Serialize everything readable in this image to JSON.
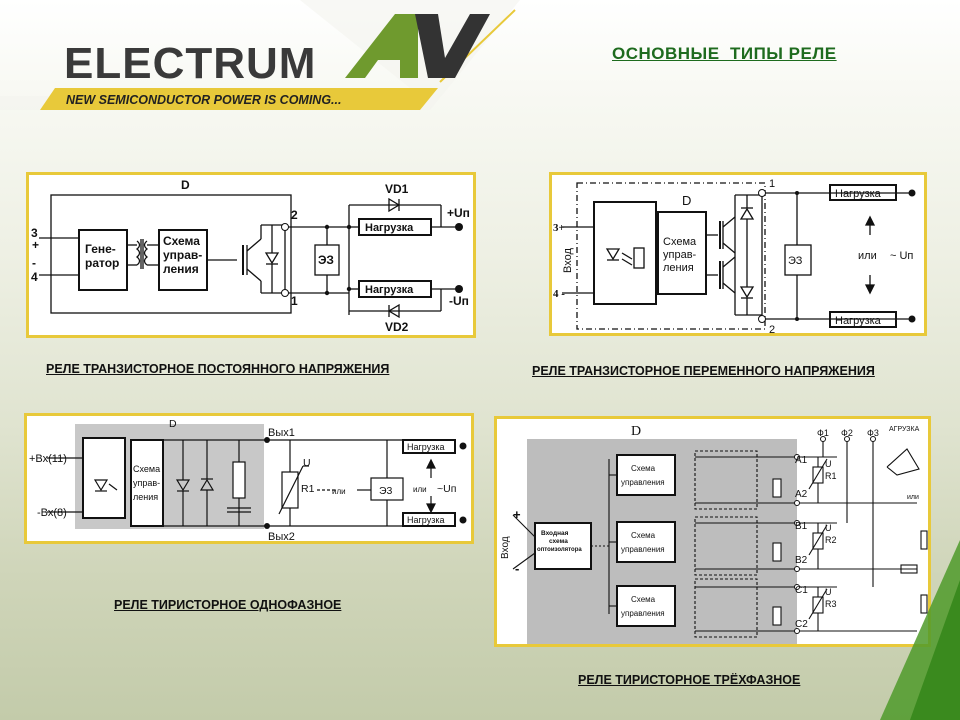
{
  "brand": {
    "name": "ELECTRUM",
    "mark": "AV",
    "tagline": "NEW SEMICONDUCTOR POWER IS COMING..."
  },
  "slide": {
    "title": "ОСНОВНЫЕ  ТИПЫ РЕЛЕ"
  },
  "colors": {
    "panel_border": "#e8c93a",
    "title": "#1e6b1e",
    "logo_green": "#6f9a2e",
    "logo_dark": "#333333",
    "tagline_bg": "#e8c93a"
  },
  "captions": {
    "dc_relay": "РЕЛЕ ТРАНЗИСТОРНОЕ ПОСТОЯННОГО НАПРЯЖЕНИЯ",
    "ac_relay": "РЕЛЕ ТРАНЗИСТОРНОЕ ПЕРЕМЕННОГО НАПРЯЖЕНИЯ",
    "thyristor_1ph": "РЕЛЕ ТИРИСТОРНОЕ ОДНОФАЗНОЕ",
    "thyristor_3ph": "РЕЛЕ ТИРИСТОРНОЕ ТРЁХФАЗНОЕ"
  },
  "diagrams": {
    "dc": {
      "d": "D",
      "gen": [
        "Гене-",
        "ратор"
      ],
      "ctrl": [
        "Схема",
        "управ-",
        "ления"
      ],
      "pin3": "3",
      "plus": "+",
      "minus": "-",
      "pin4": "4",
      "pin2": "2",
      "pin1": "1",
      "e3": "ЭЗ",
      "vd1": "VD1",
      "vd2": "VD2",
      "load": "Нагрузка",
      "up_plus": "+Uп",
      "up_minus": "-Uп"
    },
    "ac": {
      "d": "D",
      "in3": "3+",
      "in4": "4 -",
      "vhod": "Вход",
      "ctrl": [
        "Схема",
        "управ-",
        "ления"
      ],
      "pin1": "1",
      "pin2": "2",
      "e3": "ЭЗ",
      "load": "Нагрузка",
      "ili": "или",
      "up": "~ Uп"
    },
    "single": {
      "d": "D",
      "in_plus": "+Вх(11)",
      "in_minus": "-Вх(8)",
      "ctrl": [
        "Схема",
        "управ-",
        "ления"
      ],
      "out1": "Вых1",
      "out2": "Вых2",
      "u": "U",
      "r1": "R1",
      "ili": "или",
      "e3": "Э3",
      "up": "~Uп",
      "load": "Нагрузка"
    },
    "three": {
      "d": "D",
      "plus": "+",
      "minus": "-",
      "vhod": "Вход",
      "iso": [
        "Входная",
        "схема",
        "оптоизолятора"
      ],
      "ctrl": [
        "Схема",
        "управления"
      ],
      "f1": "Ф1",
      "f2": "Ф2",
      "f3": "Ф3",
      "a1": "A1",
      "a2": "A2",
      "b1": "B1",
      "b2": "B2",
      "c1": "C1",
      "c2": "C2",
      "r1": "R1",
      "r2": "R2",
      "r3": "R3",
      "u": "U",
      "load": "АГРУЗКА",
      "ili": "или"
    }
  }
}
